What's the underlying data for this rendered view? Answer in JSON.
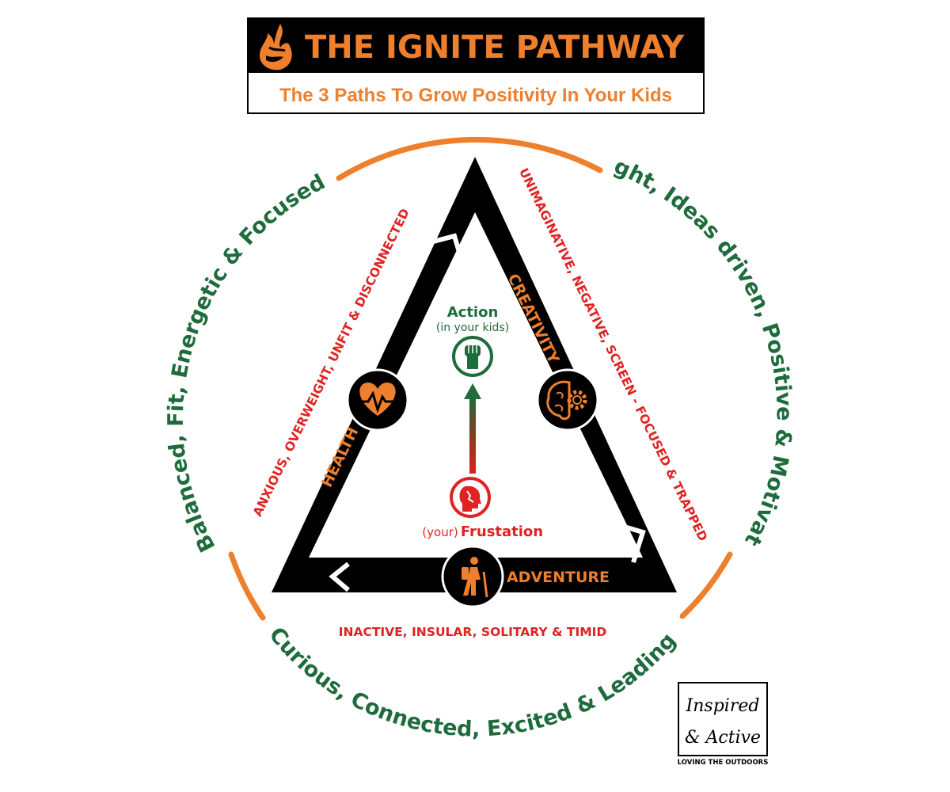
{
  "header": {
    "title": "THE IGNITE PATHWAY",
    "subtitle": "The 3 Paths To Grow Positivity In Your Kids"
  },
  "outcomes": {
    "left": "Balanced, Fit, Energetic & Focused",
    "right": "Bright, Ideas driven, Positive & Motivated",
    "bottom": "Curious, Connected, Excited & Leading"
  },
  "problems": {
    "left": "ANXIOUS, OVERWEIGHT, UNFIT & DISCONNECTED",
    "right": "UNIMAGINATIVE, NEGATIVE, SCREEN - FOCUSED & TRAPPED",
    "bottom": "INACTIVE, INSULAR, SOLITARY & TIMID"
  },
  "paths": {
    "health": "HEALTH",
    "creativity": "CREATIVITY",
    "adventure": "ADVENTURE"
  },
  "center": {
    "action_title": "Action",
    "action_sub": "(in your kids)",
    "frustration_prefix": "(your)",
    "frustration_title": "Frustation"
  },
  "logo": {
    "line1": "Inspired",
    "line2": "& Active",
    "tagline": "LOVING THE OUTDOORS"
  },
  "icons": {
    "flame": "flame-icon",
    "health": "heartbeat-icon",
    "creativity": "brain-gear-icon",
    "adventure": "hiker-icon",
    "action": "raised-fist-icon",
    "frustration": "frustrated-head-icon"
  },
  "colors": {
    "orange": "#ee7f2d",
    "green": "#1e6b3c",
    "red": "#e02222",
    "black": "#000000"
  }
}
